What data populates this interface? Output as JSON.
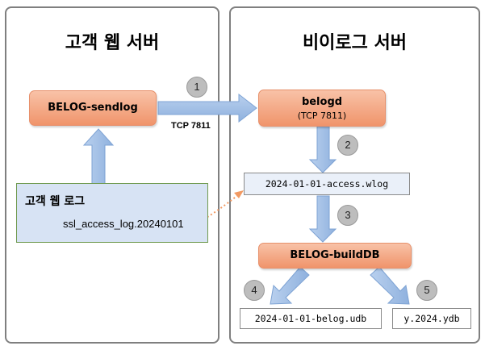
{
  "left_panel": {
    "title": "고객 웹 서버",
    "sendlog_node": "BELOG-sendlog",
    "weblog_box": {
      "title": "고객 웹 로그",
      "filename": "ssl_access_log.20240101"
    }
  },
  "right_panel": {
    "title": "비이로그 서버",
    "belogd_node": {
      "name": "belogd",
      "port": "(TCP 7811)"
    },
    "wlog_file": "2024-01-01-access.wlog",
    "builddb_node": "BELOG-buildDB",
    "udb_file": "2024-01-01-belog.udb",
    "ydb_file": "y.2024.ydb"
  },
  "connection_label": "TCP 7811",
  "steps": [
    "1",
    "2",
    "3",
    "4",
    "5"
  ],
  "colors": {
    "node_orange": "#f0946b",
    "arrow_blue": "#9dbde6",
    "weblog_fill": "#d7e3f4",
    "dotted_arrow": "#f29a63"
  }
}
